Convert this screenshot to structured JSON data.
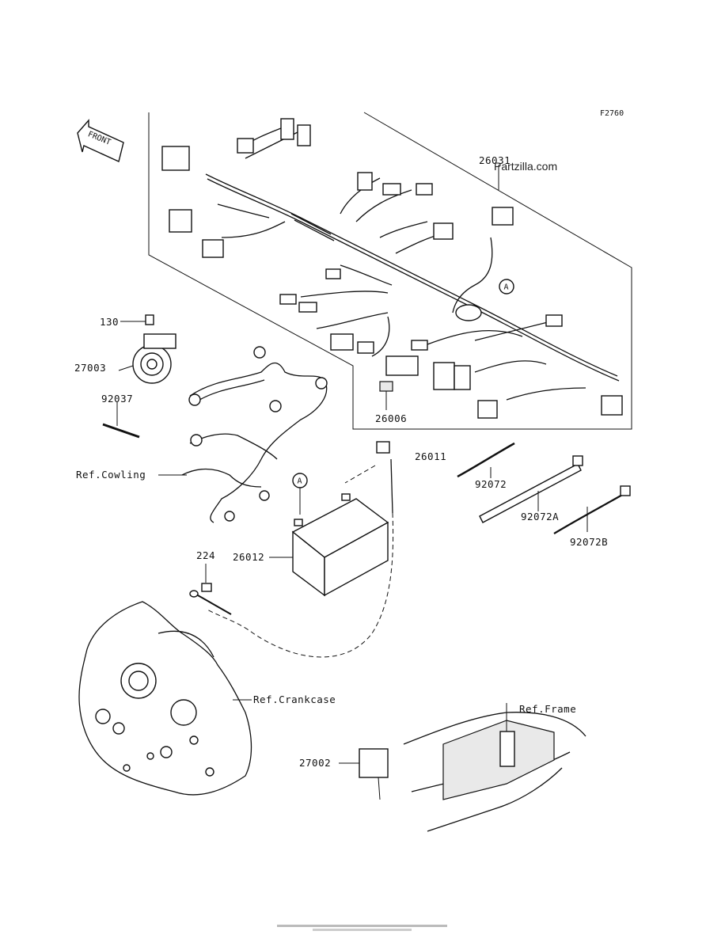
{
  "figure_code": "F2760",
  "watermark": "Partzilla.com",
  "front_label": "FRONT",
  "ref_marker": "A",
  "labels": {
    "p26031": "26031",
    "p130": "130",
    "p27003": "27003",
    "p92037": "92037",
    "p26006": "26006",
    "p26011": "26011",
    "p92072": "92072",
    "p92072a": "92072A",
    "p92072b": "92072B",
    "ref_cowling": "Ref.Cowling",
    "p224": "224",
    "p26012": "26012",
    "ref_crankcase": "Ref.Crankcase",
    "ref_frame": "Ref.Frame",
    "p27002": "27002"
  }
}
